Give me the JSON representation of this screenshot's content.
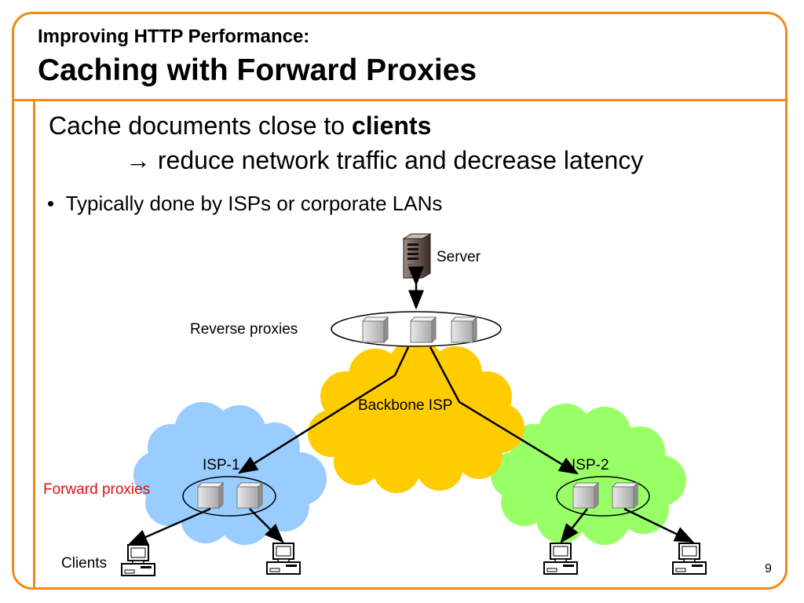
{
  "slide": {
    "subtitle": "Improving HTTP Performance:",
    "title": "Caching with Forward Proxies",
    "lead_text": "Cache documents close to ",
    "lead_bold": "clients",
    "lead_arrow": "→",
    "lead_sub": " reduce network traffic and decrease latency",
    "bullet_mark": "•",
    "bullet_text": "Typically done by ISPs or corporate LANs",
    "page_number": "9"
  },
  "diagram": {
    "server_label": "Server",
    "reverse_proxies_label": "Reverse proxies",
    "backbone_label": "Backbone ISP",
    "isp1_label": "ISP-1",
    "isp2_label": "ISP-2",
    "forward_proxies_label": "Forward proxies",
    "clients_label": "Clients",
    "colors": {
      "frame": "#f08a1c",
      "backbone_cloud": "#ffcc00",
      "isp1_cloud": "#99ccff",
      "isp2_cloud": "#99ff66",
      "forward_proxies_text": "#e01010"
    },
    "icons": {
      "server": "server-tower-icon",
      "proxy": "proxy-cache-icon",
      "client": "desktop-computer-icon"
    }
  }
}
